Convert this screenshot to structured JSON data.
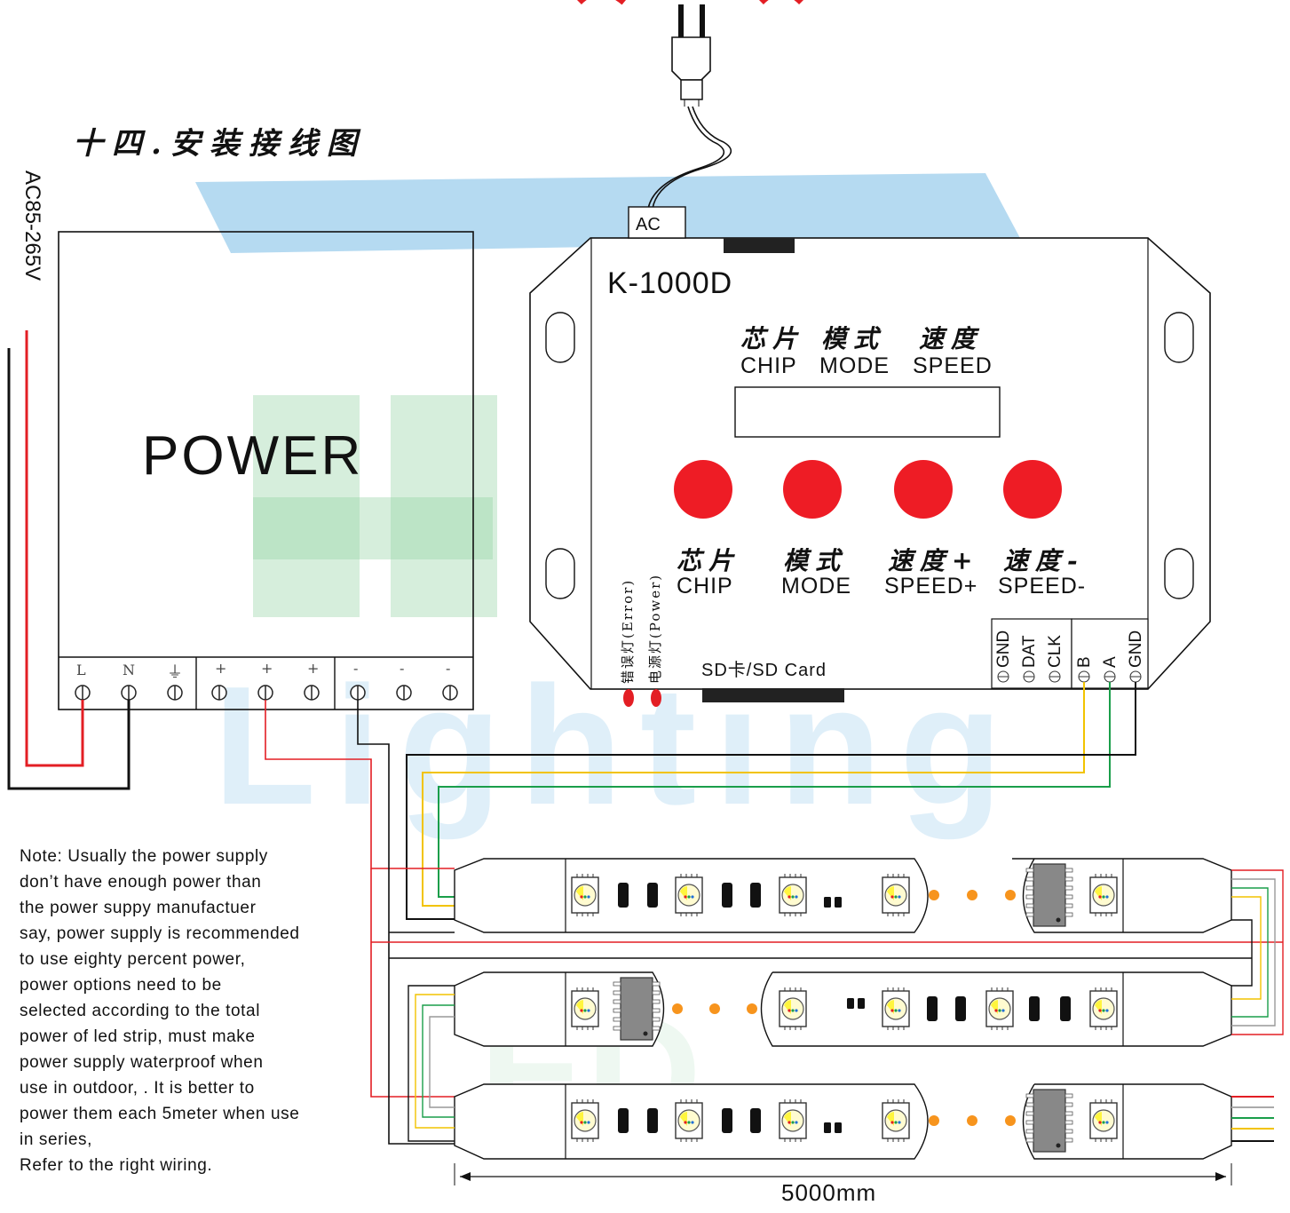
{
  "title": "十四.安装接线图",
  "power_supply": {
    "input_voltage": "AC85-265V",
    "label": "POWER",
    "terminals": [
      "L",
      "N",
      "⏚",
      "+",
      "+",
      "+",
      "-",
      "-",
      "-"
    ]
  },
  "controller": {
    "model": "K-1000D",
    "ac_label": "AC",
    "display_labels_cn": [
      "芯片",
      "模式",
      "速度"
    ],
    "display_labels_en": [
      "CHIP",
      "MODE",
      "SPEED"
    ],
    "buttons": [
      {
        "cn": "芯片",
        "en": "CHIP"
      },
      {
        "cn": "模式",
        "en": "MODE"
      },
      {
        "cn": "速度+",
        "en": "SPEED+"
      },
      {
        "cn": "速度-",
        "en": "SPEED-"
      }
    ],
    "leds": [
      {
        "cn": "错误灯",
        "en": "(Error)"
      },
      {
        "cn": "电源灯",
        "en": "(Power)"
      }
    ],
    "sd_label": "SD卡/SD Card",
    "signal_terminals": [
      "GND",
      "DAT",
      "CLK"
    ],
    "bus_terminals": [
      "B",
      "A",
      "GND"
    ]
  },
  "note_lines": [
    "Note: Usually the power supply",
    "don’t have enough power than",
    "the power suppy manufactuer",
    "say, power supply is recommended",
    "to use eighty percent power,",
    "power options need to be",
    "selected according to the total",
    "power of led strip, must make",
    "power supply waterproof when",
    "use in outdoor,  .  It is better to",
    "power them each 5meter when use",
    "in series,",
    "Refer to the right wiring."
  ],
  "strip_length": "5000mm",
  "watermark": "HD Lighting",
  "colors": {
    "button_red": "#ee1c25",
    "wire_red": "#e31e24",
    "wire_yellow": "#f2c300",
    "wire_green": "#1a9e4a",
    "dot_orange": "#f7941d",
    "watermark_blue": "#1f8fd6",
    "watermark_green": "#2aaa4a"
  }
}
